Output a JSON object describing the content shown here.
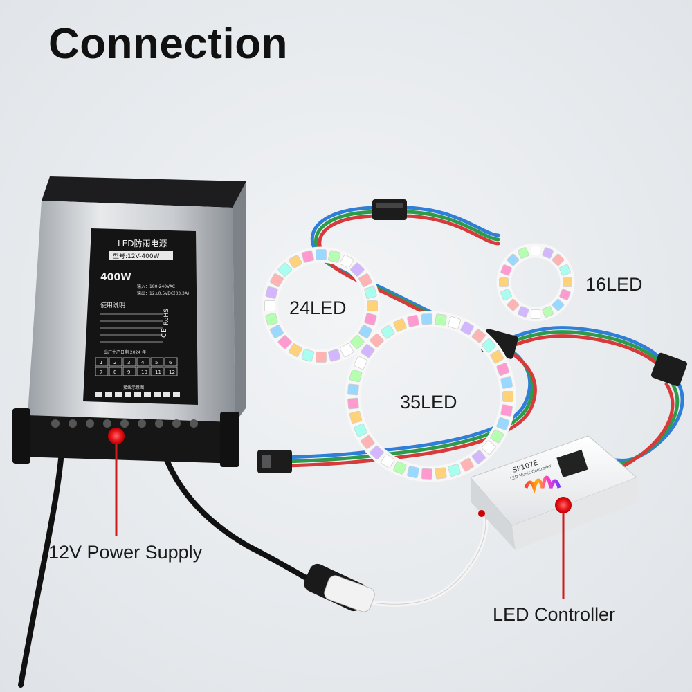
{
  "title": "Connection",
  "labels": {
    "ring_24": "24LED",
    "ring_35": "35LED",
    "ring_16": "16LED",
    "power_supply": "12V Power Supply",
    "controller": "LED Controller"
  },
  "power_supply_panel": {
    "heading": "LED防雨电源",
    "model": "型号:12V-400W",
    "wattage": "400W",
    "input": "输入：180-240VAC",
    "output": "输出：12±0.5VDC(33.3A)",
    "instructions": "使用说明",
    "rohs": "RoHS",
    "ce": "CE",
    "year_row": "出厂生产日期   2024 年",
    "grid_row1": [
      "1",
      "2",
      "3",
      "4",
      "5",
      "6"
    ],
    "grid_row2": [
      "7",
      "8",
      "9",
      "10",
      "11",
      "12"
    ],
    "terminal_label": "接线示意图"
  },
  "controller_device": {
    "model": "SP107E",
    "subtitle": "LED Music Controller"
  },
  "colors": {
    "background": "#eceff2",
    "accent_dot": "#e8141c",
    "pointer_line": "#cf1a1a"
  }
}
